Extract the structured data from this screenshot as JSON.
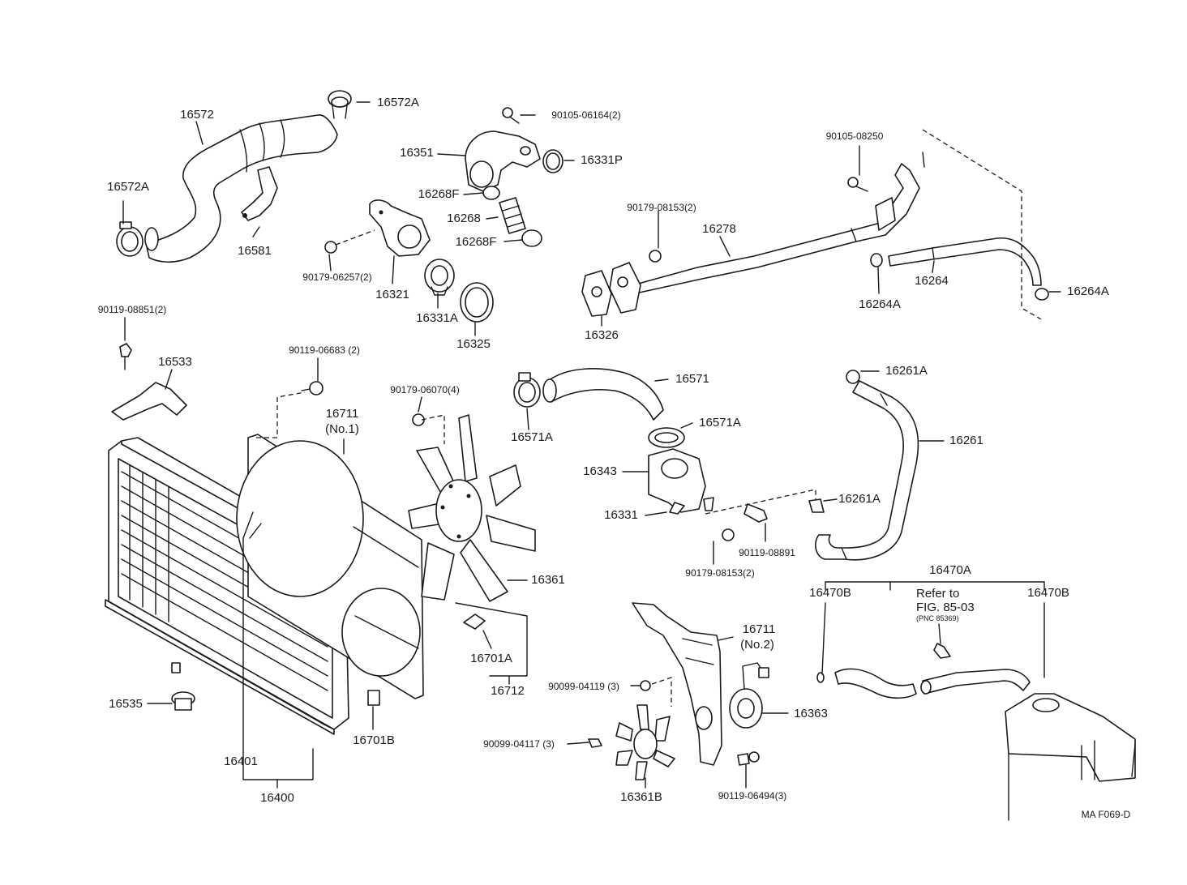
{
  "labels": {
    "p16572": "16572",
    "p16572A_top": "16572A",
    "p16572A_left": "16572A",
    "p16581": "16581",
    "b90105_06164": "90105-06164(2)",
    "p16351": "16351",
    "p16331P": "16331P",
    "p16268F_a": "16268F",
    "p16268": "16268",
    "p16268F_b": "16268F",
    "b90179_06257": "90179-06257(2)",
    "p16321": "16321",
    "p16331A": "16331A",
    "p16325": "16325",
    "b90105_08250": "90105-08250",
    "b90179_08153_top": "90179-08153(2)",
    "p16278": "16278",
    "p16326": "16326",
    "p16264": "16264",
    "p16264A_a": "16264A",
    "p16264A_b": "16264A",
    "b90119_08851": "90119-08851(2)",
    "p16533": "16533",
    "b90119_06683": "90119-06683 (2)",
    "p16711_no1": "16711",
    "no1": "(No.1)",
    "b90179_06070": "90179-06070(4)",
    "p16571": "16571",
    "p16571A_a": "16571A",
    "p16571A_b": "16571A",
    "p16343": "16343",
    "p16331": "16331",
    "p16261A_a": "16261A",
    "p16261": "16261",
    "p16261A_b": "16261A",
    "b90119_08891": "90119-08891",
    "b90179_08153_bot": "90179-08153(2)",
    "p16361": "16361",
    "p16470A": "16470A",
    "p16470B_a": "16470B",
    "p16470B_b": "16470B",
    "refer_to": "Refer to",
    "fig_ref": "FIG. 85-03",
    "pnc_ref": "(PNC 85369)",
    "p16701A": "16701A",
    "p16712": "16712",
    "p16711_no2": "16711",
    "no2": "(No.2)",
    "b90099_04119": "90099-04119 (3)",
    "p16363": "16363",
    "b90099_04117": "90099-04117 (3)",
    "p16535": "16535",
    "p16701B": "16701B",
    "p16401": "16401",
    "p16400": "16400",
    "p16361B": "16361B",
    "b90119_06494": "90119-06494(3)",
    "figure_code": "MA F069-D"
  }
}
